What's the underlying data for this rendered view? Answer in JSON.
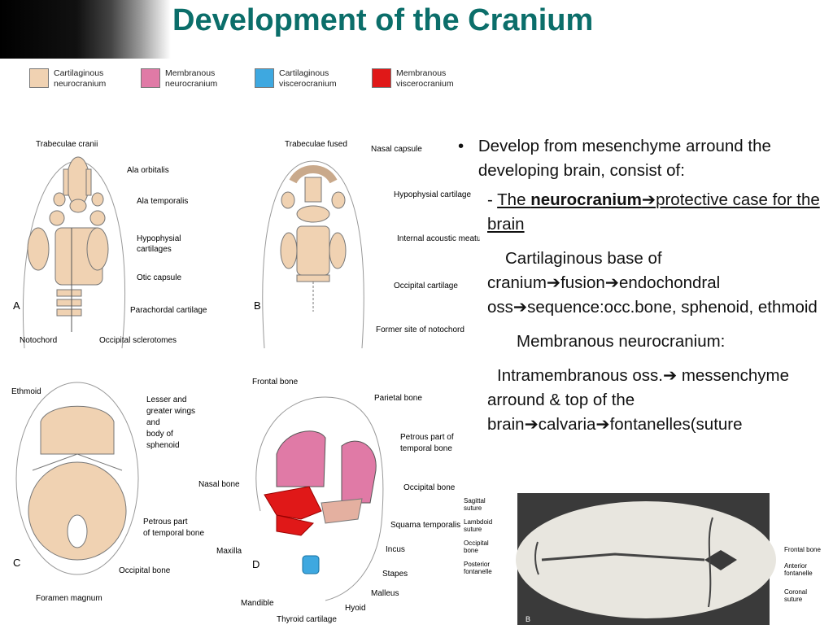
{
  "title": "Development of the Cranium",
  "legend": [
    {
      "label1": "Cartilaginous",
      "label2": "neurocranium",
      "color": "#f0d2b2"
    },
    {
      "label1": "Membranous",
      "label2": "neurocranium",
      "color": "#e07aa6"
    },
    {
      "label1": "Cartilaginous",
      "label2": "viscerocranium",
      "color": "#3ea8e0"
    },
    {
      "label1": "Membranous",
      "label2": "viscerocranium",
      "color": "#e01818"
    }
  ],
  "panelA": {
    "letter": "A",
    "labels": [
      "Trabeculae cranii",
      "Ala orbitalis",
      "Ala temporalis",
      "Hypophysial",
      "cartilages",
      "Otic capsule",
      "Parachordal cartilage",
      "Notochord",
      "Occipital sclerotomes"
    ]
  },
  "panelB": {
    "letter": "B",
    "labels": [
      "Trabeculae fused",
      "Nasal capsule",
      "Hypophysial cartilage",
      "Internal acoustic meatus",
      "Occipital cartilage",
      "Former site of notochord"
    ]
  },
  "panelC": {
    "letter": "C",
    "labels": [
      "Ethmoid",
      "Lesser and",
      "greater wings",
      "and",
      "body of",
      "sphenoid",
      "Petrous part",
      "of temporal bone",
      "Occipital bone",
      "Foramen magnum"
    ]
  },
  "panelD": {
    "letter": "D",
    "labels": [
      "Frontal bone",
      "Parietal bone",
      "Petrous part of",
      "temporal bone",
      "Nasal bone",
      "Occipital bone",
      "Squama temporalis",
      "Maxilla",
      "Incus",
      "Stapes",
      "Mandible",
      "Malleus",
      "Hyoid",
      "Thyroid cartilage"
    ]
  },
  "text": {
    "bullet": "•",
    "p1": "Develop from mesenchyme arround the developing brain, consist of:",
    "p2_prefix": "- ",
    "p2_the": "The ",
    "p2_bold": "neurocranium",
    "p2_arrow": "➔",
    "p2_rest": "protective case for the brain",
    "p3": "Cartilaginous base of cranium➔fusion➔endochondral oss➔sequence:occ.bone, sphenoid, ethmoid",
    "p4": "Membranous neurocranium:",
    "p5": "Intramembranous oss.➔ messenchyme arround & top of the brain➔calvaria➔fontanelles(suture"
  },
  "photo": {
    "labels_left": [
      "Sagittal",
      "suture",
      "Lambdoid",
      "suture",
      "Occipital",
      "bone",
      "Posterior",
      "fontanelle"
    ],
    "labels_right": [
      "Frontal bone",
      "Anterior",
      "fontanelle",
      "Coronal",
      "suture"
    ],
    "letter": "B"
  },
  "colors": {
    "title": "#0b6e6a",
    "cartilage": "#f0d2b2",
    "membrane": "#e07aa6",
    "visc_cart": "#3ea8e0",
    "visc_memb": "#e01818"
  }
}
